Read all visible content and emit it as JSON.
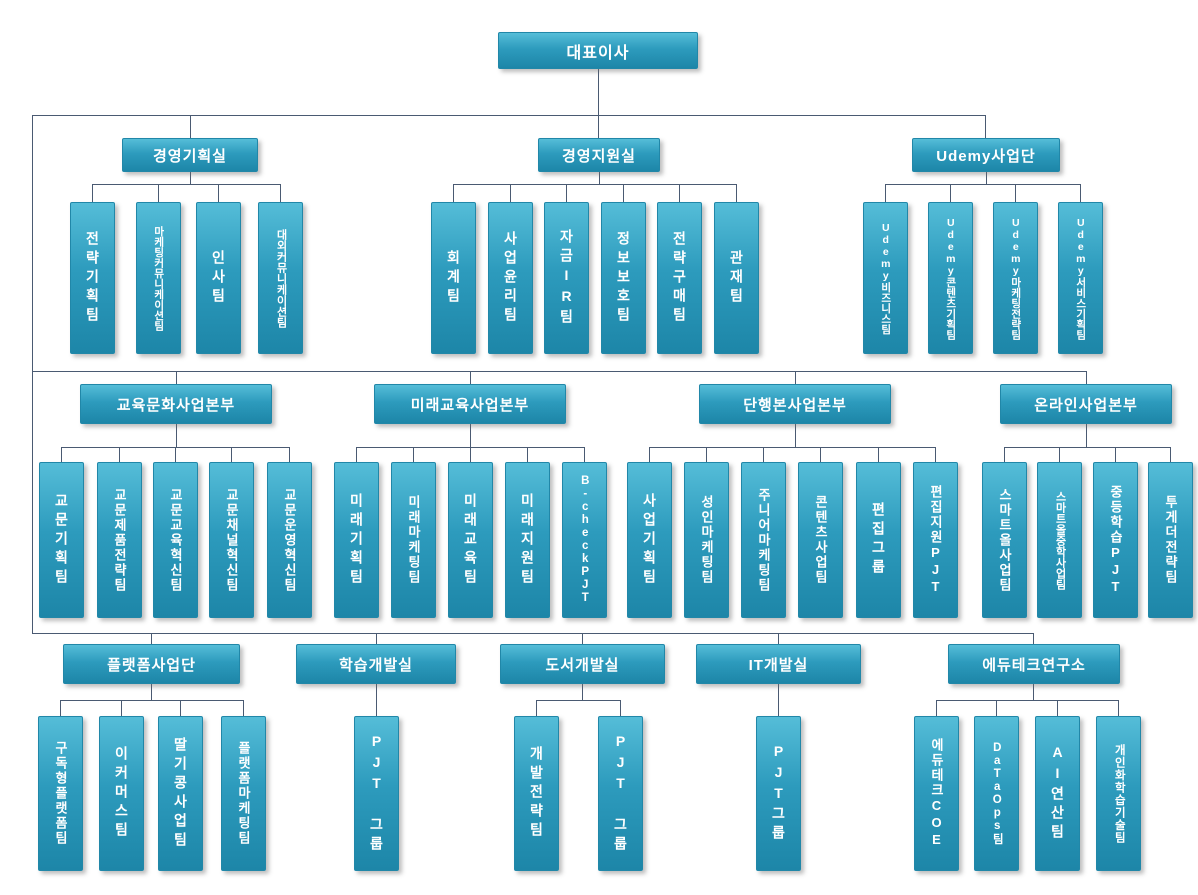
{
  "colors": {
    "box_gradient_top": "#55bdd8",
    "box_gradient_mid": "#2d9bbd",
    "box_gradient_bottom": "#1d86a8",
    "box_border": "#2187a8",
    "connector_line": "#4a5a72",
    "text": "#ffffff",
    "background": "#ffffff"
  },
  "org": {
    "ceo": "대표이사",
    "row2": [
      {
        "label": "경영기획실",
        "children": [
          "전략기획팀",
          "마케팅커뮤니케이션팀",
          "인사팀",
          "대외커뮤니케이션팀"
        ]
      },
      {
        "label": "경영지원실",
        "children": [
          "회계팀",
          "사업윤리팀",
          "자금IR팀",
          "정보보호팀",
          "전략구매팀",
          "관재팀"
        ]
      },
      {
        "label": "Udemy사업단",
        "children": [
          "Udemy비즈니스팀",
          "Udemy콘텐츠기획팀",
          "Udemy마케팅전략팀",
          "Udemy서비스기획팀"
        ]
      }
    ],
    "row3": [
      {
        "label": "교육문화사업본부",
        "children": [
          "교문기획팀",
          "교문제품전략팀",
          "교문교육혁신팀",
          "교문채널혁신팀",
          "교문운영혁신팀"
        ]
      },
      {
        "label": "미래교육사업본부",
        "children": [
          "미래기획팀",
          "미래마케팅팀",
          "미래교육팀",
          "미래지원팀",
          "B-checkPJT"
        ]
      },
      {
        "label": "단행본사업본부",
        "children": [
          "사업기획팀",
          "성인마케팅팀",
          "주니어마케팅팀",
          "콘텐츠사업팀",
          "편집그룹",
          "편집지원PJT"
        ]
      },
      {
        "label": "온라인사업본부",
        "children": [
          "스마트올사업팀",
          "스마트올중학사업팀",
          "중등학습PJT",
          "투게더전략팀"
        ]
      }
    ],
    "row4": [
      {
        "label": "플랫폼사업단",
        "children": [
          "구독형플랫폼팀",
          "이커머스팀",
          "딸기콩사업팀",
          "플랫폼마케팅팀"
        ]
      },
      {
        "label": "학습개발실",
        "children": [
          "PJT 그룹"
        ]
      },
      {
        "label": "도서개발실",
        "children": [
          "개발전략팀",
          "PJT 그룹"
        ]
      },
      {
        "label": "IT개발실",
        "children": [
          "PJT그룹"
        ]
      },
      {
        "label": "에듀테크연구소",
        "children": [
          "에듀테크COE",
          "DaTaOps팀",
          "AI연산팀",
          "개인화학습기술팀"
        ]
      }
    ]
  }
}
